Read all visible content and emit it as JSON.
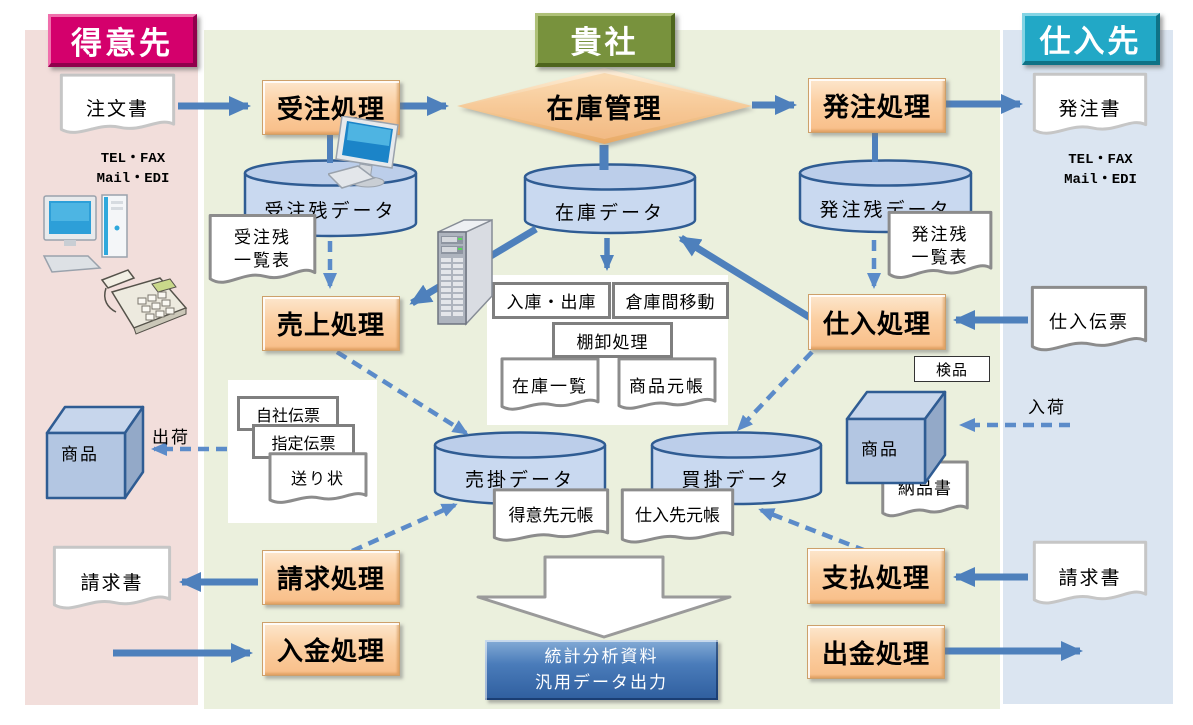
{
  "headers": {
    "customer": "得意先",
    "company": "貴社",
    "supplier": "仕入先"
  },
  "processes": {
    "order_entry": "受注処理",
    "inventory_control": "在庫管理",
    "purchase_order": "発注処理",
    "sales": "売上処理",
    "purchasing": "仕入処理",
    "billing": "請求処理",
    "deposit": "入金処理",
    "payment": "支払処理",
    "withdrawal": "出金処理"
  },
  "datastores": {
    "order_backlog": "受注残データ",
    "stock": "在庫データ",
    "po_backlog": "発注残データ",
    "receivables": "売掛データ",
    "payables": "買掛データ"
  },
  "documents": {
    "order_form": "注文書",
    "po_form": "発注書",
    "invoice_to_customer": "請求書",
    "invoice_from_supplier": "請求書",
    "purchase_slip": "仕入伝票",
    "delivery_note": "納品書",
    "own_slip": "自社伝票",
    "designated_slip": "指定伝票",
    "waybill": "送り状",
    "order_backlog_list": {
      "line1": "受注残",
      "line2": "一覧表"
    },
    "po_backlog_list": {
      "line1": "発注残",
      "line2": "一覧表"
    },
    "stock_list": "在庫一覧",
    "product_ledger": "商品元帳",
    "customer_ledger": "得意先元帳",
    "supplier_ledger": "仕入先元帳"
  },
  "operations": {
    "receiving_shipping": "入庫・出庫",
    "warehouse_transfer": "倉庫間移動",
    "stocktaking": "棚卸処理",
    "inspection": "検品"
  },
  "labels": {
    "contact_left": {
      "line1": "TEL・FAX",
      "line2": "Mail・EDI"
    },
    "contact_right": {
      "line1": "TEL・FAX",
      "line2": "Mail・EDI"
    },
    "shipping": "出荷",
    "arrival": "入荷",
    "product_left": "商品",
    "product_right": "商品"
  },
  "stat_output": {
    "line1": "統計分析資料",
    "line2": "汎用データ出力"
  },
  "icons": {
    "customer_pc": "desktop-computer-icon",
    "customer_phone": "telephone-icon",
    "order_terminal": "monitor-keyboard-icon",
    "inventory_server": "server-tower-icon"
  },
  "colors": {
    "arrow_solid": "#4E80BC",
    "arrow_dashed": "#5B8BC9",
    "customer_header": "#D4006C",
    "company_header": "#78923D",
    "supplier_header": "#22A8C6",
    "process_fill": "#FBCFA2",
    "cylinder_fill": "#C9D9F0",
    "cylinder_stroke": "#2F5C93",
    "zone_customer": "#F2DEDB",
    "zone_company": "#EBF0DD",
    "zone_supplier": "#DBE5F1",
    "stat_box_fill": "#3F70AE"
  }
}
